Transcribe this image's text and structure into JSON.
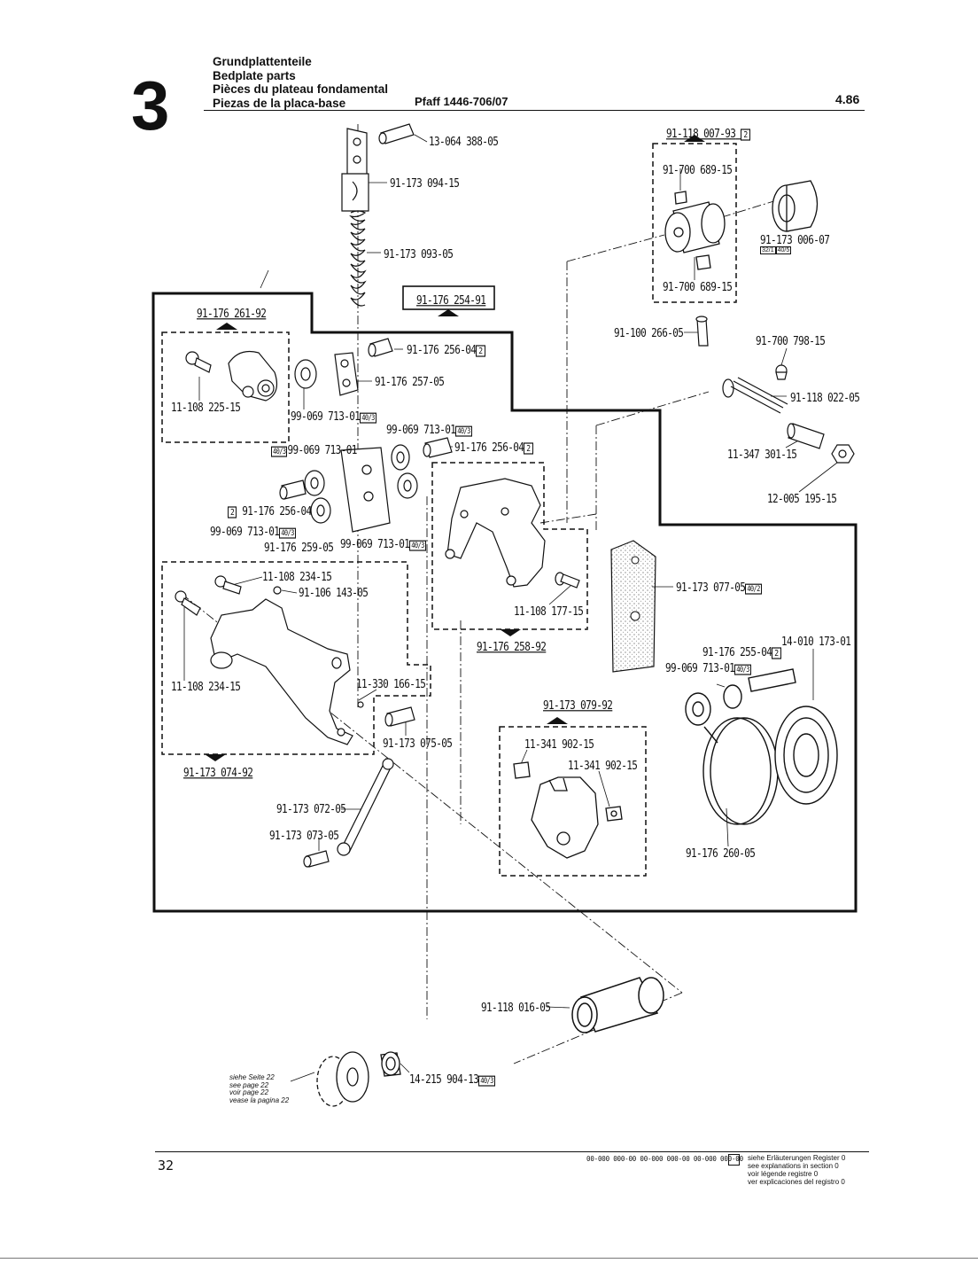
{
  "header": {
    "section_number": "3",
    "titles": [
      "Grundplattenteile",
      "Bedplate parts",
      "Pièces du plateau fondamental",
      "Piezas de la placa-base"
    ],
    "model": "Pfaff 1446-706/07",
    "date": "4.86"
  },
  "groups": {
    "g254": "91-176 254-91",
    "g261": "91-176 261-92",
    "g258": "91-176 258-92",
    "g074": "91-173 074-92",
    "g079": "91-173 079-92",
    "g007": "91-118 007-93"
  },
  "parts": [
    "13-064 388-05",
    "91-173 094-15",
    "91-173 093-05",
    "91-176 256-04",
    "91-176 257-05",
    "11-108 225-15",
    "99-069 713-01",
    "99-069 713-01",
    "99-069 713-01",
    "91-176 256-04",
    "91-176 256-04",
    "99-069 713-01",
    "91-176 259-05",
    "99-069 713-01",
    "11-108 234-15",
    "91-106 143-05",
    "11-108 234-15",
    "11-330 166-15",
    "91-173 075-05",
    "91-173 072-05",
    "91-173 073-05",
    "11-108 177-15",
    "91-700 689-15",
    "91-700 689-15",
    "91-173 006-07",
    "91-100 266-05",
    "91-700 798-15",
    "91-118 022-05",
    "11-347 301-15",
    "12-005 195-15",
    "91-173 077-05",
    "91-176 255-04",
    "14-010 173-01",
    "99-069 713-01",
    "11-341 902-15",
    "11-341 902-15",
    "91-176 260-05",
    "91-118 016-05",
    "14-215 904-13"
  ],
  "badges": {
    "b2": "2",
    "b403": "40/3",
    "b402": "40/2",
    "b321": "32/1",
    "b405": "40/5"
  },
  "note": [
    "siehe Seite 22",
    "see page 22",
    "voir page 22",
    "vease la pagina 22"
  ],
  "footer": {
    "page_number": "32",
    "codes": "00-000 000-00   00-000 000-00   00-000 000-00",
    "legend": [
      "siehe Erläuterungen Register 0",
      "see explanations in section 0",
      "voir légende registre 0",
      "ver explicaciones del registro 0"
    ]
  }
}
